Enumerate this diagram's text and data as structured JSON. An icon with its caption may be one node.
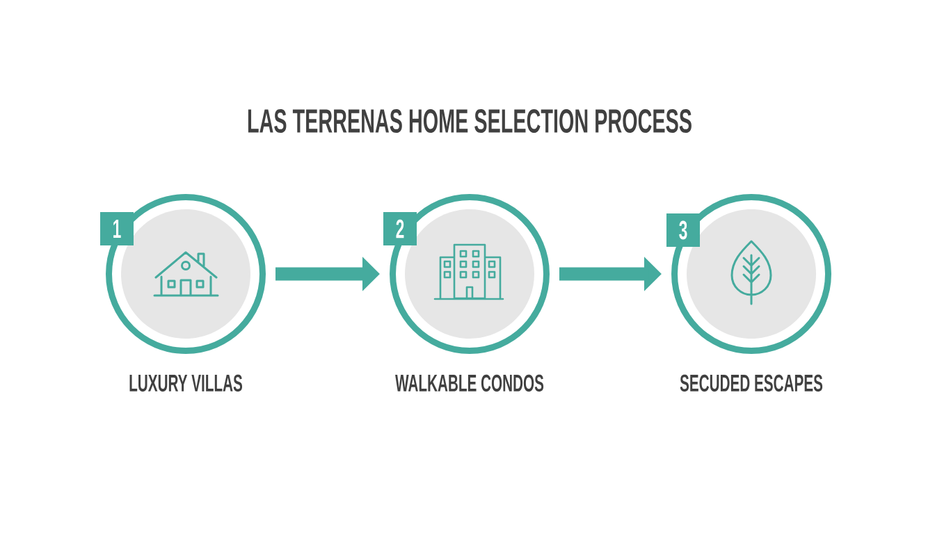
{
  "diagram": {
    "title": "LAS TERRENAS HOME SELECTION PROCESS",
    "nodes": [
      {
        "text": [
          "1"
        ]
      },
      {
        "text": [
          "LUXURY VILLAS"
        ]
      },
      {
        "text": [
          "2"
        ]
      },
      {
        "text": [
          "WALKABLE CONDOS"
        ]
      },
      {
        "text": [
          "3"
        ]
      },
      {
        "text": [
          "SECUDED ESCAPES"
        ]
      }
    ],
    "edges": [
      {
        "from": 1,
        "to": 3,
        "arrow": "to"
      },
      {
        "from": 3,
        "to": 5,
        "arrow": "to"
      }
    ]
  }
}
